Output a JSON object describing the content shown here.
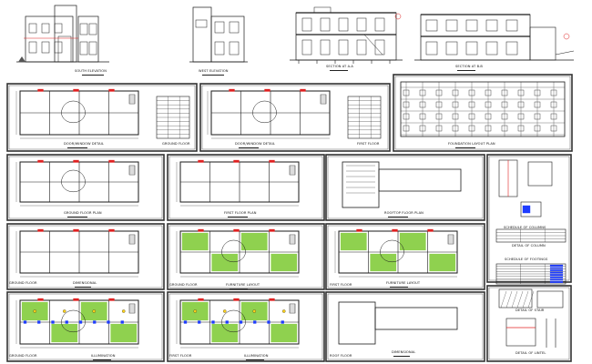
{
  "elevations": {
    "south": "SOUTH ELEVATION",
    "west": "WEST ELEVATION",
    "section_aa": "SECTION AT A-A",
    "section_bb": "SECTION AT B-B"
  },
  "row1": {
    "door_window_detail_1": "DOOR/WINDOW DETAIL",
    "ground_floor": "GROUND FLOOR",
    "door_window_detail_2": "DOOR/WINDOW DETAIL",
    "first_floor": "FIRST FLOOR",
    "foundation_layout": "FOUNDATION LAYOUT PLAN"
  },
  "row2": {
    "ground_floor_plan": "GROUND FLOOR PLAN",
    "first_floor_plan": "FIRST FLOOR PLAN",
    "roof_top_plan": "ROOFTOP FLOOR PLAN",
    "column_detail_title": "DETAIL OF COLUMN",
    "column_schedule": "SCHEDULE OF COLUMNS"
  },
  "row3": {
    "ground_floor": "GROUND FLOOR",
    "dim_detail_1": "DIMENSIONAL",
    "ground_floor_2": "GROUND FLOOR",
    "furniture_layout": "FURNITURE LAYOUT",
    "first_floor": "FIRST FLOOR",
    "furniture_layout_2": "FURNITURE LAYOUT",
    "schedule_title": "SCHEDULE OF FOOTINGS"
  },
  "row4": {
    "ground_floor": "GROUND FLOOR",
    "illumination_1": "ILLUMINATION",
    "first_floor": "FIRST FLOOR",
    "illumination_2": "ILLUMINATION",
    "roof_floor": "ROOF FLOOR",
    "dim_detail_2": "DIMENSIONAL",
    "stair_detail": "DETAIL OF STAIR",
    "lintel_detail": "DETAIL OF LINTEL"
  },
  "colors": {
    "line": "#1a1a1a",
    "red": "#e02020",
    "green": "#8fd14f",
    "blue": "#1e3cff",
    "yellow": "#ffd21a"
  }
}
